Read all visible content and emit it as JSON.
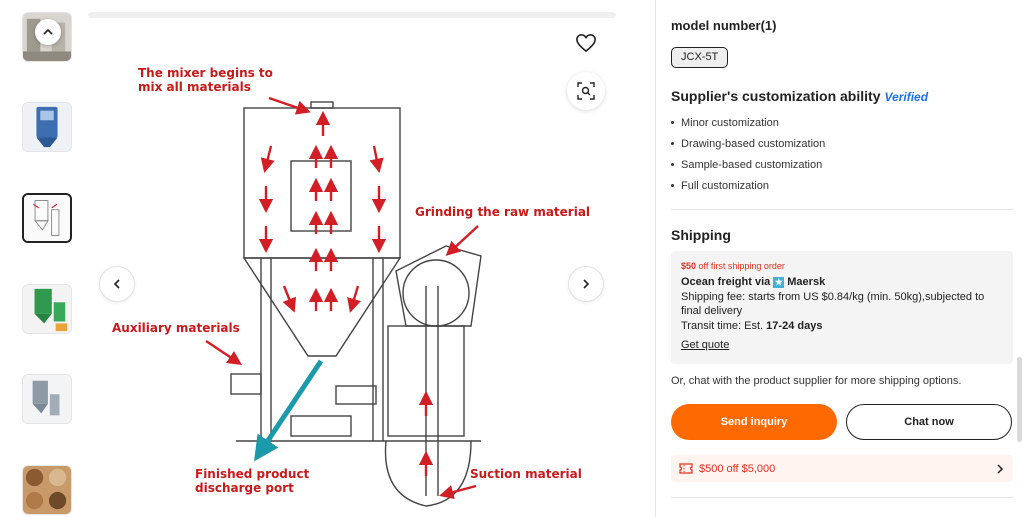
{
  "gallery": {
    "thumbnails": [
      {
        "name": "mixer-photo-1",
        "selected": false
      },
      {
        "name": "mixer-photo-2",
        "selected": false
      },
      {
        "name": "mixer-diagram",
        "selected": true
      },
      {
        "name": "mixer-photo-green",
        "selected": false
      },
      {
        "name": "mixer-photo-grey",
        "selected": false
      },
      {
        "name": "feed-samples",
        "selected": false
      }
    ],
    "up_icon": "chevron-up-icon",
    "prev_icon": "chevron-left-icon",
    "next_icon": "chevron-right-icon",
    "favorite_icon": "heart-icon",
    "visual_search_icon": "scan-search-icon"
  },
  "diagram": {
    "label_mixer": "The mixer begins to\nmix all materials",
    "label_grinding": "Grinding the raw material",
    "label_auxiliary": "Auxiliary materials",
    "label_finished": "Finished product\ndischarge port",
    "label_suction": "Suction material",
    "arrow_color": "#d21f26",
    "discharge_arrow_color": "#1a9aaa"
  },
  "product": {
    "model_heading": "model number(1)",
    "model_chip": "JCX-5T",
    "custom_heading": "Supplier's customization ability",
    "verified": "Verified",
    "custom_items": [
      "Minor customization",
      "Drawing-based customization",
      "Sample-based customization",
      "Full customization"
    ]
  },
  "shipping": {
    "heading": "Shipping",
    "promo_amount": "$50",
    "promo_text": " off first shipping order",
    "freight_prefix": "Ocean freight via",
    "carrier": "Maersk",
    "fee": "Shipping fee: starts from US $0.84/kg (min. 50kg),subjected to final delivery",
    "transit_prefix": "Transit time: Est. ",
    "transit_value": "17-24 days",
    "quote_link": "Get quote",
    "chat_more": "Or, chat with the product supplier for more shipping options."
  },
  "actions": {
    "send_inquiry": "Send inquiry",
    "chat_now": "Chat now"
  },
  "coupon": {
    "text": "$500 off $5,000",
    "icon": "ticket-icon",
    "chevron": "chevron-right-icon"
  },
  "colors": {
    "accent": "#ff6a00",
    "promo_red": "#e0301e",
    "verified_blue": "#1a73e8"
  }
}
